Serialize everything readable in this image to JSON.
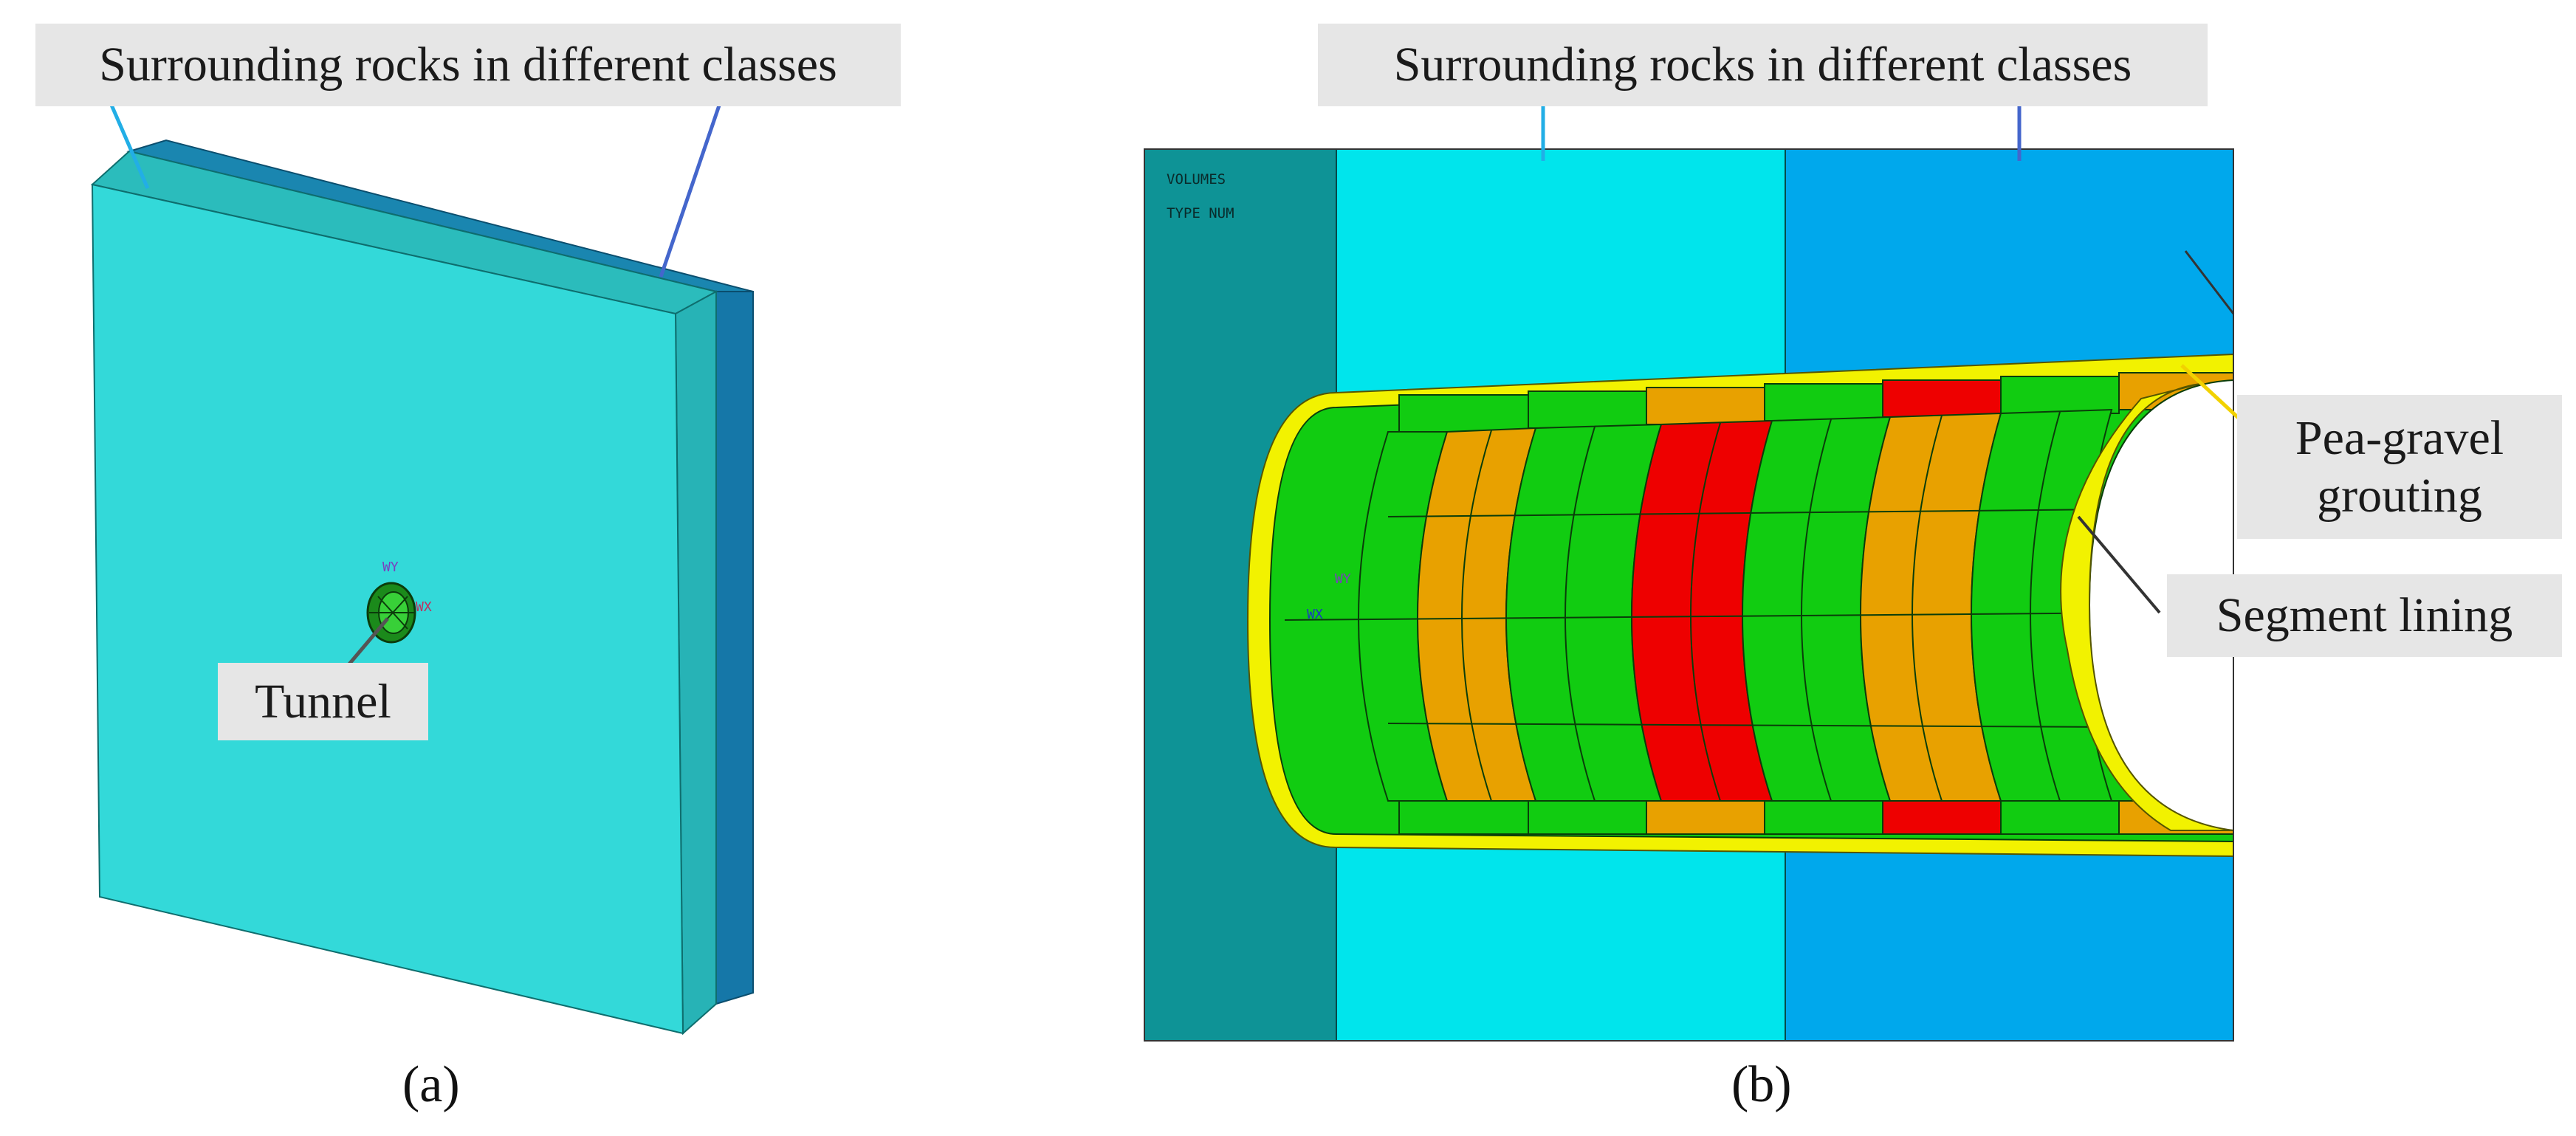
{
  "panel_a": {
    "callout_rocks": "Surrounding rocks in different classes",
    "callout_tunnel": "Tunnel",
    "axis_wy": "WY",
    "axis_wx": "WX",
    "caption": "(a)"
  },
  "panel_b": {
    "callout_rocks": "Surrounding rocks in different classes",
    "callout_grout_line1": "Pea-gravel",
    "callout_grout_line2": "grouting",
    "callout_lining": "Segment lining",
    "ansys_line1": "VOLUMES",
    "ansys_line2": "TYPE NUM",
    "axis_wy": "WY",
    "axis_wx": "WX",
    "caption": "(b)"
  },
  "colors": {
    "rock_class_1": "#00e5ec",
    "rock_class_2": "#00a8ec",
    "rock_dark": "#0e9396",
    "slab_front": "#33d9d9",
    "slab_side": "#1577a8",
    "grout": "#f2f200",
    "lining_green": "#11cc11",
    "lining_orange": "#e8a100",
    "lining_red": "#ee0000",
    "callout_bg": "#e6e6e6"
  }
}
